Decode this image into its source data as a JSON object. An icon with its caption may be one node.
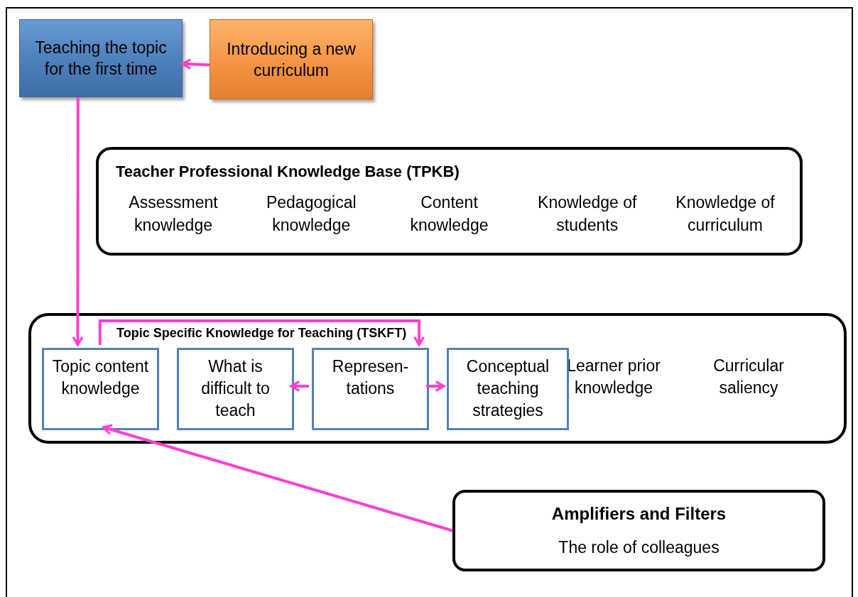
{
  "diagram": {
    "nodes": [
      {
        "text": [
          "Teaching the topic for the first time"
        ]
      },
      {
        "text": [
          "Introducing a new curriculum"
        ]
      },
      {
        "text": [
          "Teacher Professional Knowledge Base (TPKB)",
          "Assessment knowledge",
          "Pedagogical knowledge",
          "Content knowledge",
          "Knowledge of students",
          "Knowledge of curriculum"
        ]
      },
      {
        "text": [
          "Topic Specific Knowledge for Teaching (TSKFT)",
          "Learner prior knowledge",
          "Curricular saliency"
        ]
      },
      {
        "text": [
          "Topic content knowledge"
        ],
        "in": 3
      },
      {
        "text": [
          "What is difficult to teach"
        ],
        "in": 3
      },
      {
        "text": [
          "Represen- tations"
        ],
        "in": 3
      },
      {
        "text": [
          "Conceptual teaching strategies"
        ],
        "in": 3
      },
      {
        "text": [
          "Amplifiers and Filters",
          "The role of colleagues"
        ]
      }
    ],
    "edges": [
      {
        "from": 1,
        "to": 0,
        "arrow": "to"
      },
      {
        "from": 0,
        "to": 4,
        "arrow": "to"
      },
      {
        "from": 4,
        "to": 6,
        "arrow": "to"
      },
      {
        "from": 6,
        "to": 5,
        "arrow": "to"
      },
      {
        "from": 6,
        "to": 7,
        "arrow": "to"
      },
      {
        "from": 8,
        "to": 4,
        "arrow": "to"
      }
    ]
  }
}
